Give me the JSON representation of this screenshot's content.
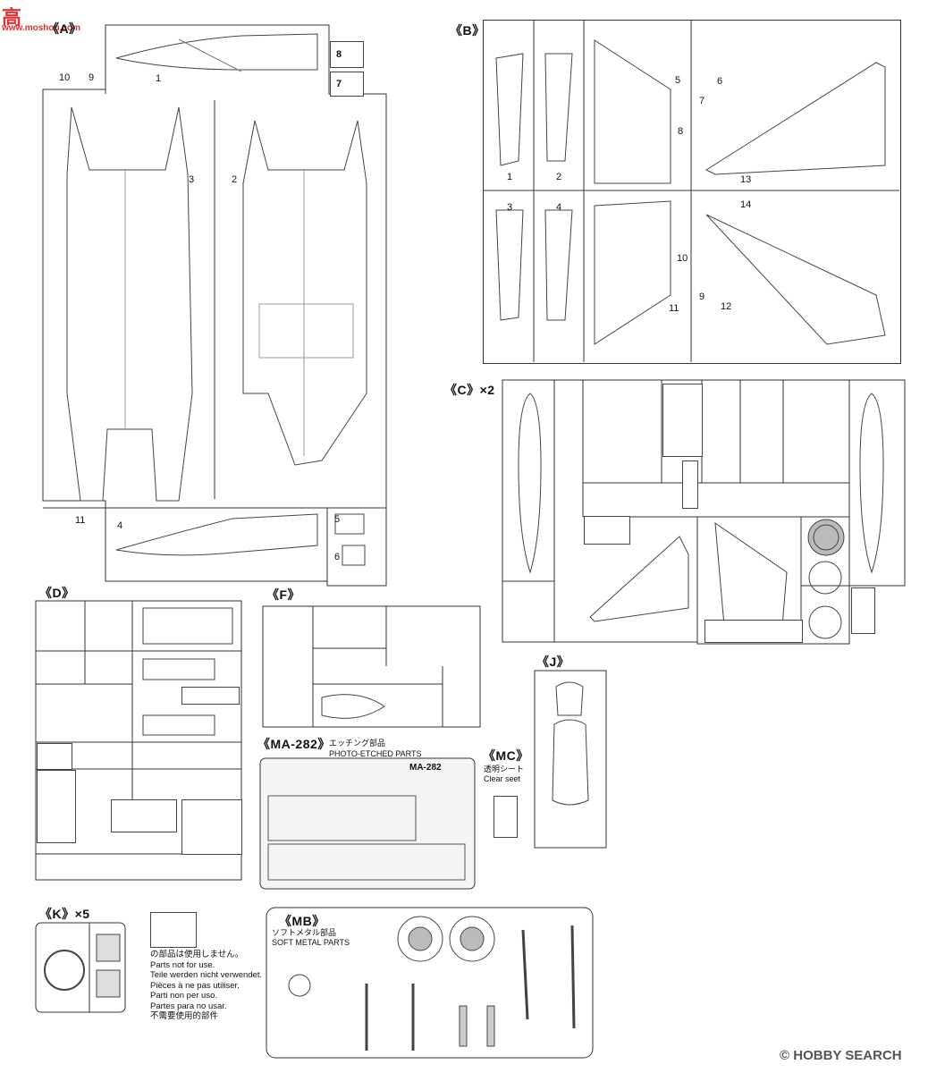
{
  "watermark": {
    "chars": "高",
    "site": "www.moshou.com"
  },
  "logo": {
    "text": "HOBBY SEARCH",
    "copyright": "©"
  },
  "sprues": {
    "A": {
      "title": "《A》",
      "parts": [
        "1",
        "2",
        "3",
        "4",
        "5",
        "6",
        "7",
        "8",
        "9",
        "10",
        "11"
      ]
    },
    "B": {
      "title": "《B》",
      "parts": [
        "1",
        "2",
        "3",
        "4",
        "5",
        "6",
        "7",
        "8",
        "9",
        "10",
        "11",
        "12",
        "13",
        "14"
      ]
    },
    "C": {
      "title": "《C》×2"
    },
    "D": {
      "title": "《D》"
    },
    "F": {
      "title": "《F》"
    },
    "J": {
      "title": "《J》"
    },
    "K": {
      "title": "《K》×5"
    },
    "MB": {
      "title": "《MB》",
      "sub_jp": "ソフトメタル部品",
      "sub_en": "SOFT METAL PARTS"
    },
    "MA": {
      "title": "《MA-282》",
      "sub_jp": "エッチング部品",
      "sub_en": "PHOTO-ETCHED PARTS",
      "plate": "MA-282"
    },
    "MC": {
      "title": "《MC》",
      "sub_jp": "透明シート",
      "sub_en": "Clear seet"
    }
  },
  "legend": {
    "jp": "の部品は使用しません。",
    "lines": [
      "Parts not for use.",
      "Teile werden nicht verwendet.",
      "Pièces à ne pas utiliser.",
      "Parti non per uso.",
      "Partes para no usar.",
      "不需要使用的部件"
    ]
  }
}
